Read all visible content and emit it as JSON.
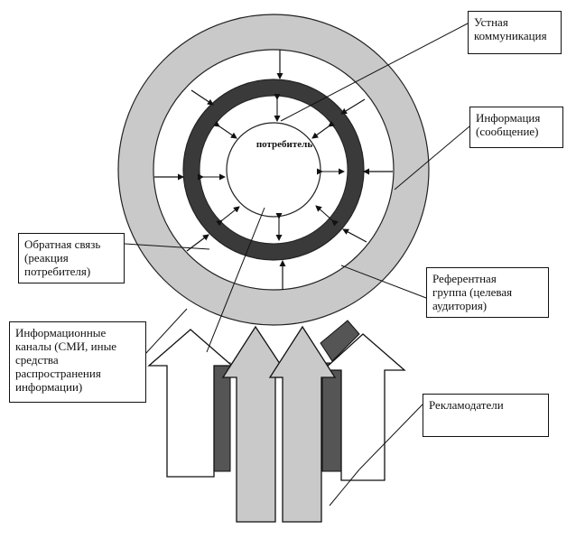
{
  "diagram": {
    "center_label": "потребитель",
    "labels": {
      "oral_communication": "Устная\nкоммуникация",
      "information": "Информация\n(сообщение)",
      "feedback": "Обратная связь\n(реакция\nпотребителя)",
      "reference_group": "Референтная\nгруппа (целевая\nаудитория)",
      "info_channels": "Информационные\nканалы (СМИ, иные\nсредства\nраспространения\nинформации)",
      "advertisers": "Рекламодатели"
    },
    "colors": {
      "outer_ring": "#c9c9c9",
      "dark_ring": "#3a3a3a",
      "white": "#ffffff",
      "dark_bar": "#555555",
      "line": "#111111"
    }
  }
}
